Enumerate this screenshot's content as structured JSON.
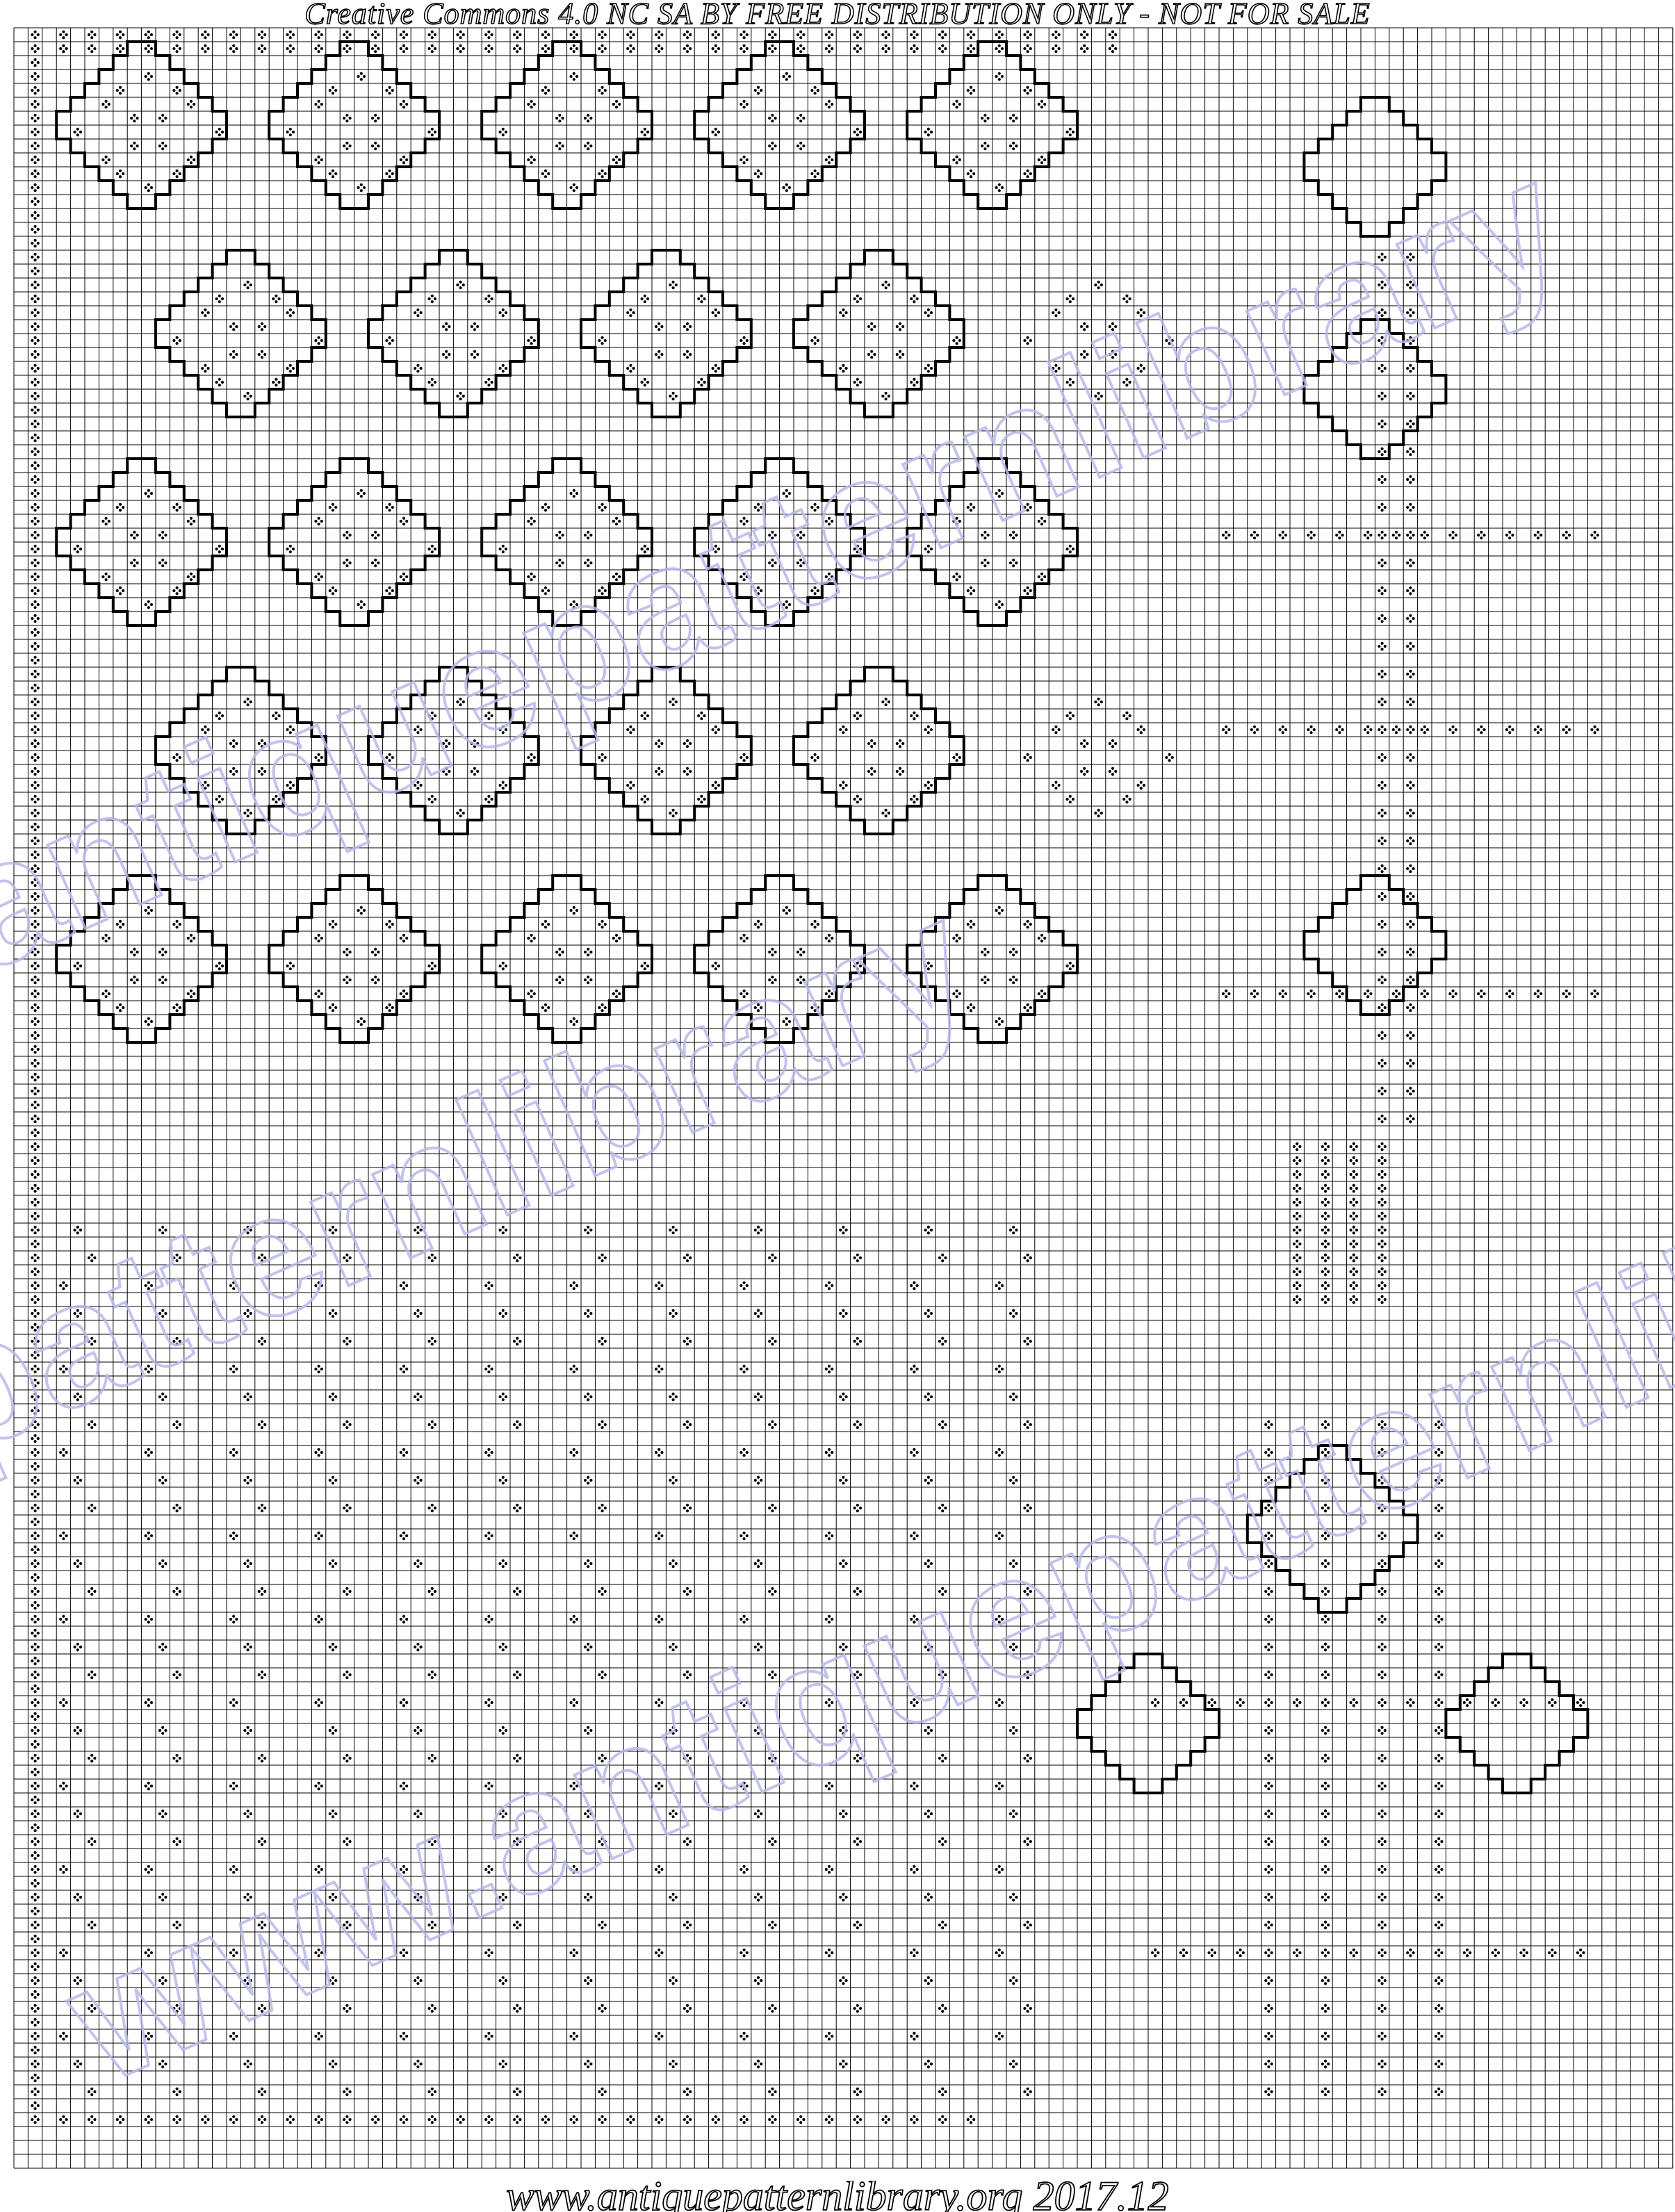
{
  "header": {
    "license_notice": "Creative Commons 4.0 NC SA BY FREE DISTRIBUTION ONLY - NOT FOR SALE"
  },
  "footer": {
    "site_credit": "www.antiquepatternlibrary.org 2017.12"
  },
  "watermark": {
    "line_1": "www.antiquepatternlibrary.org",
    "line_2": "antiquepatternlibrary",
    "line_3": "patternlibrary"
  },
  "colors": {
    "grid": "#000000",
    "stitch_outline": "#000000",
    "fill_symbol": "#000000",
    "watermark": "#b8b9e8",
    "background": "#ffffff"
  },
  "chart": {
    "kind": "embroidery-grid-chart",
    "columns": 117,
    "rows": 154,
    "fill_symbol": "four-dot-diamond-icon"
  }
}
